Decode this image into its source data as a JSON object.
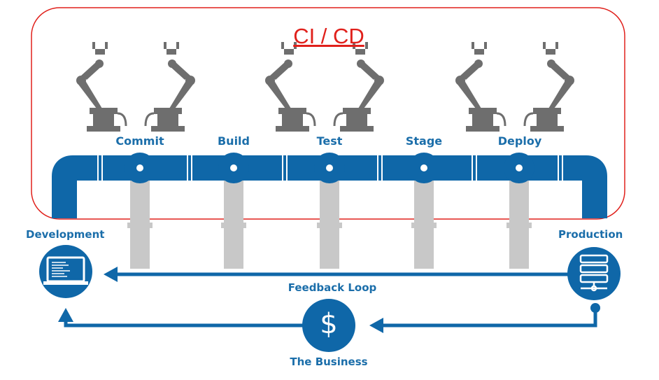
{
  "title": "CI / CD",
  "stages": [
    "Commit",
    "Build",
    "Test",
    "Stage",
    "Deploy"
  ],
  "endpoints": {
    "left": "Development",
    "right": "Production"
  },
  "loops": {
    "feedback": "Feedback Loop",
    "business": "The Business"
  },
  "icons": {
    "robot_arm": "robot-arm-icon",
    "laptop": "laptop-icon",
    "server": "server-icon",
    "business": "dollar-icon"
  },
  "colors": {
    "pipe_blue": "#0f67a8",
    "label_blue": "#1b6eaa",
    "support_gray": "#c8c8c8",
    "robot_gray": "#6e6e6e",
    "highlight_red": "#e0201b"
  }
}
